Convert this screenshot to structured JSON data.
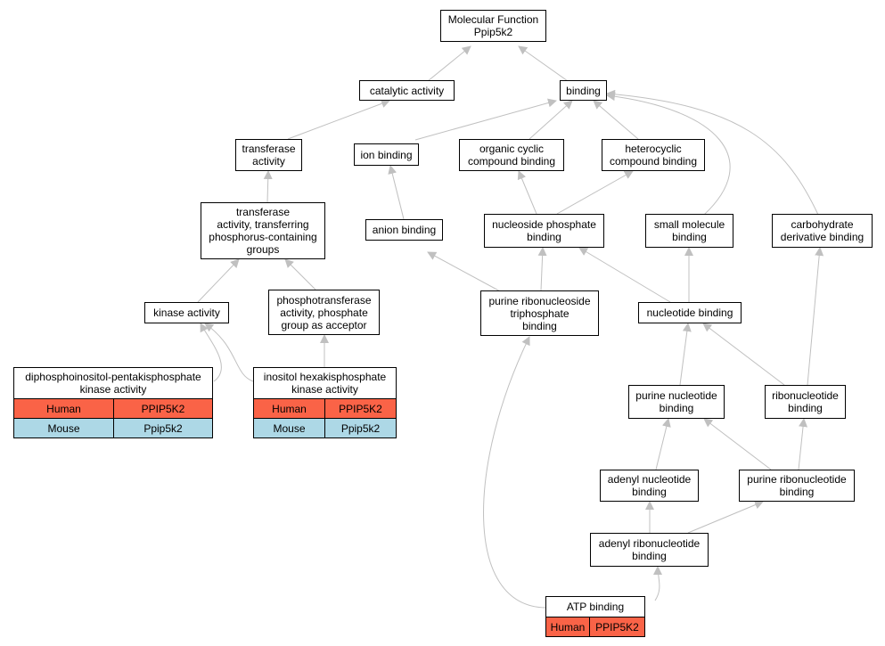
{
  "colors": {
    "edge": "#c0c0c0",
    "human": "#fa6347",
    "mouse": "#add8e6",
    "border": "#000000"
  },
  "nodes": {
    "root": "Molecular Function\nPpip5k2",
    "catalytic": "catalytic activity",
    "binding": "binding",
    "transferase": "transferase\nactivity",
    "ion": "ion binding",
    "organic": "organic cyclic\ncompound binding",
    "heterocyclic": "heterocyclic\ncompound binding",
    "transfer_phos": "transferase\nactivity, transferring\nphosphorus-containing\ngroups",
    "anion": "anion binding",
    "nucleoside_phos": "nucleoside phosphate\nbinding",
    "small_mol": "small molecule\nbinding",
    "carbo": "carbohydrate\nderivative binding",
    "kinase": "kinase activity",
    "phosphotransferase": "phosphotransferase\nactivity, phosphate\ngroup as acceptor",
    "purine_ribonucleoside_tri": "purine ribonucleoside\ntriphosphate\nbinding",
    "nucleotide": "nucleotide binding",
    "purine_nuc": "purine nucleotide\nbinding",
    "ribonucleotide": "ribonucleotide\nbinding",
    "adenyl_nuc": "adenyl nucleotide\nbinding",
    "purine_ribonuc": "purine ribonucleotide\nbinding",
    "adenyl_ribonuc": "adenyl ribonucleotide\nbinding"
  },
  "tables": {
    "diphos": {
      "caption": "diphosphoinositol-pentakisphosphate\nkinase activity",
      "rows": [
        [
          "Human",
          "PPIP5K2"
        ],
        [
          "Mouse",
          "Ppip5k2"
        ]
      ]
    },
    "inositol": {
      "caption": "inositol hexakisphosphate\nkinase activity",
      "rows": [
        [
          "Human",
          "PPIP5K2"
        ],
        [
          "Mouse",
          "Ppip5k2"
        ]
      ]
    },
    "atp": {
      "caption": "ATP binding",
      "rows": [
        [
          "Human",
          "PPIP5K2"
        ]
      ]
    }
  }
}
